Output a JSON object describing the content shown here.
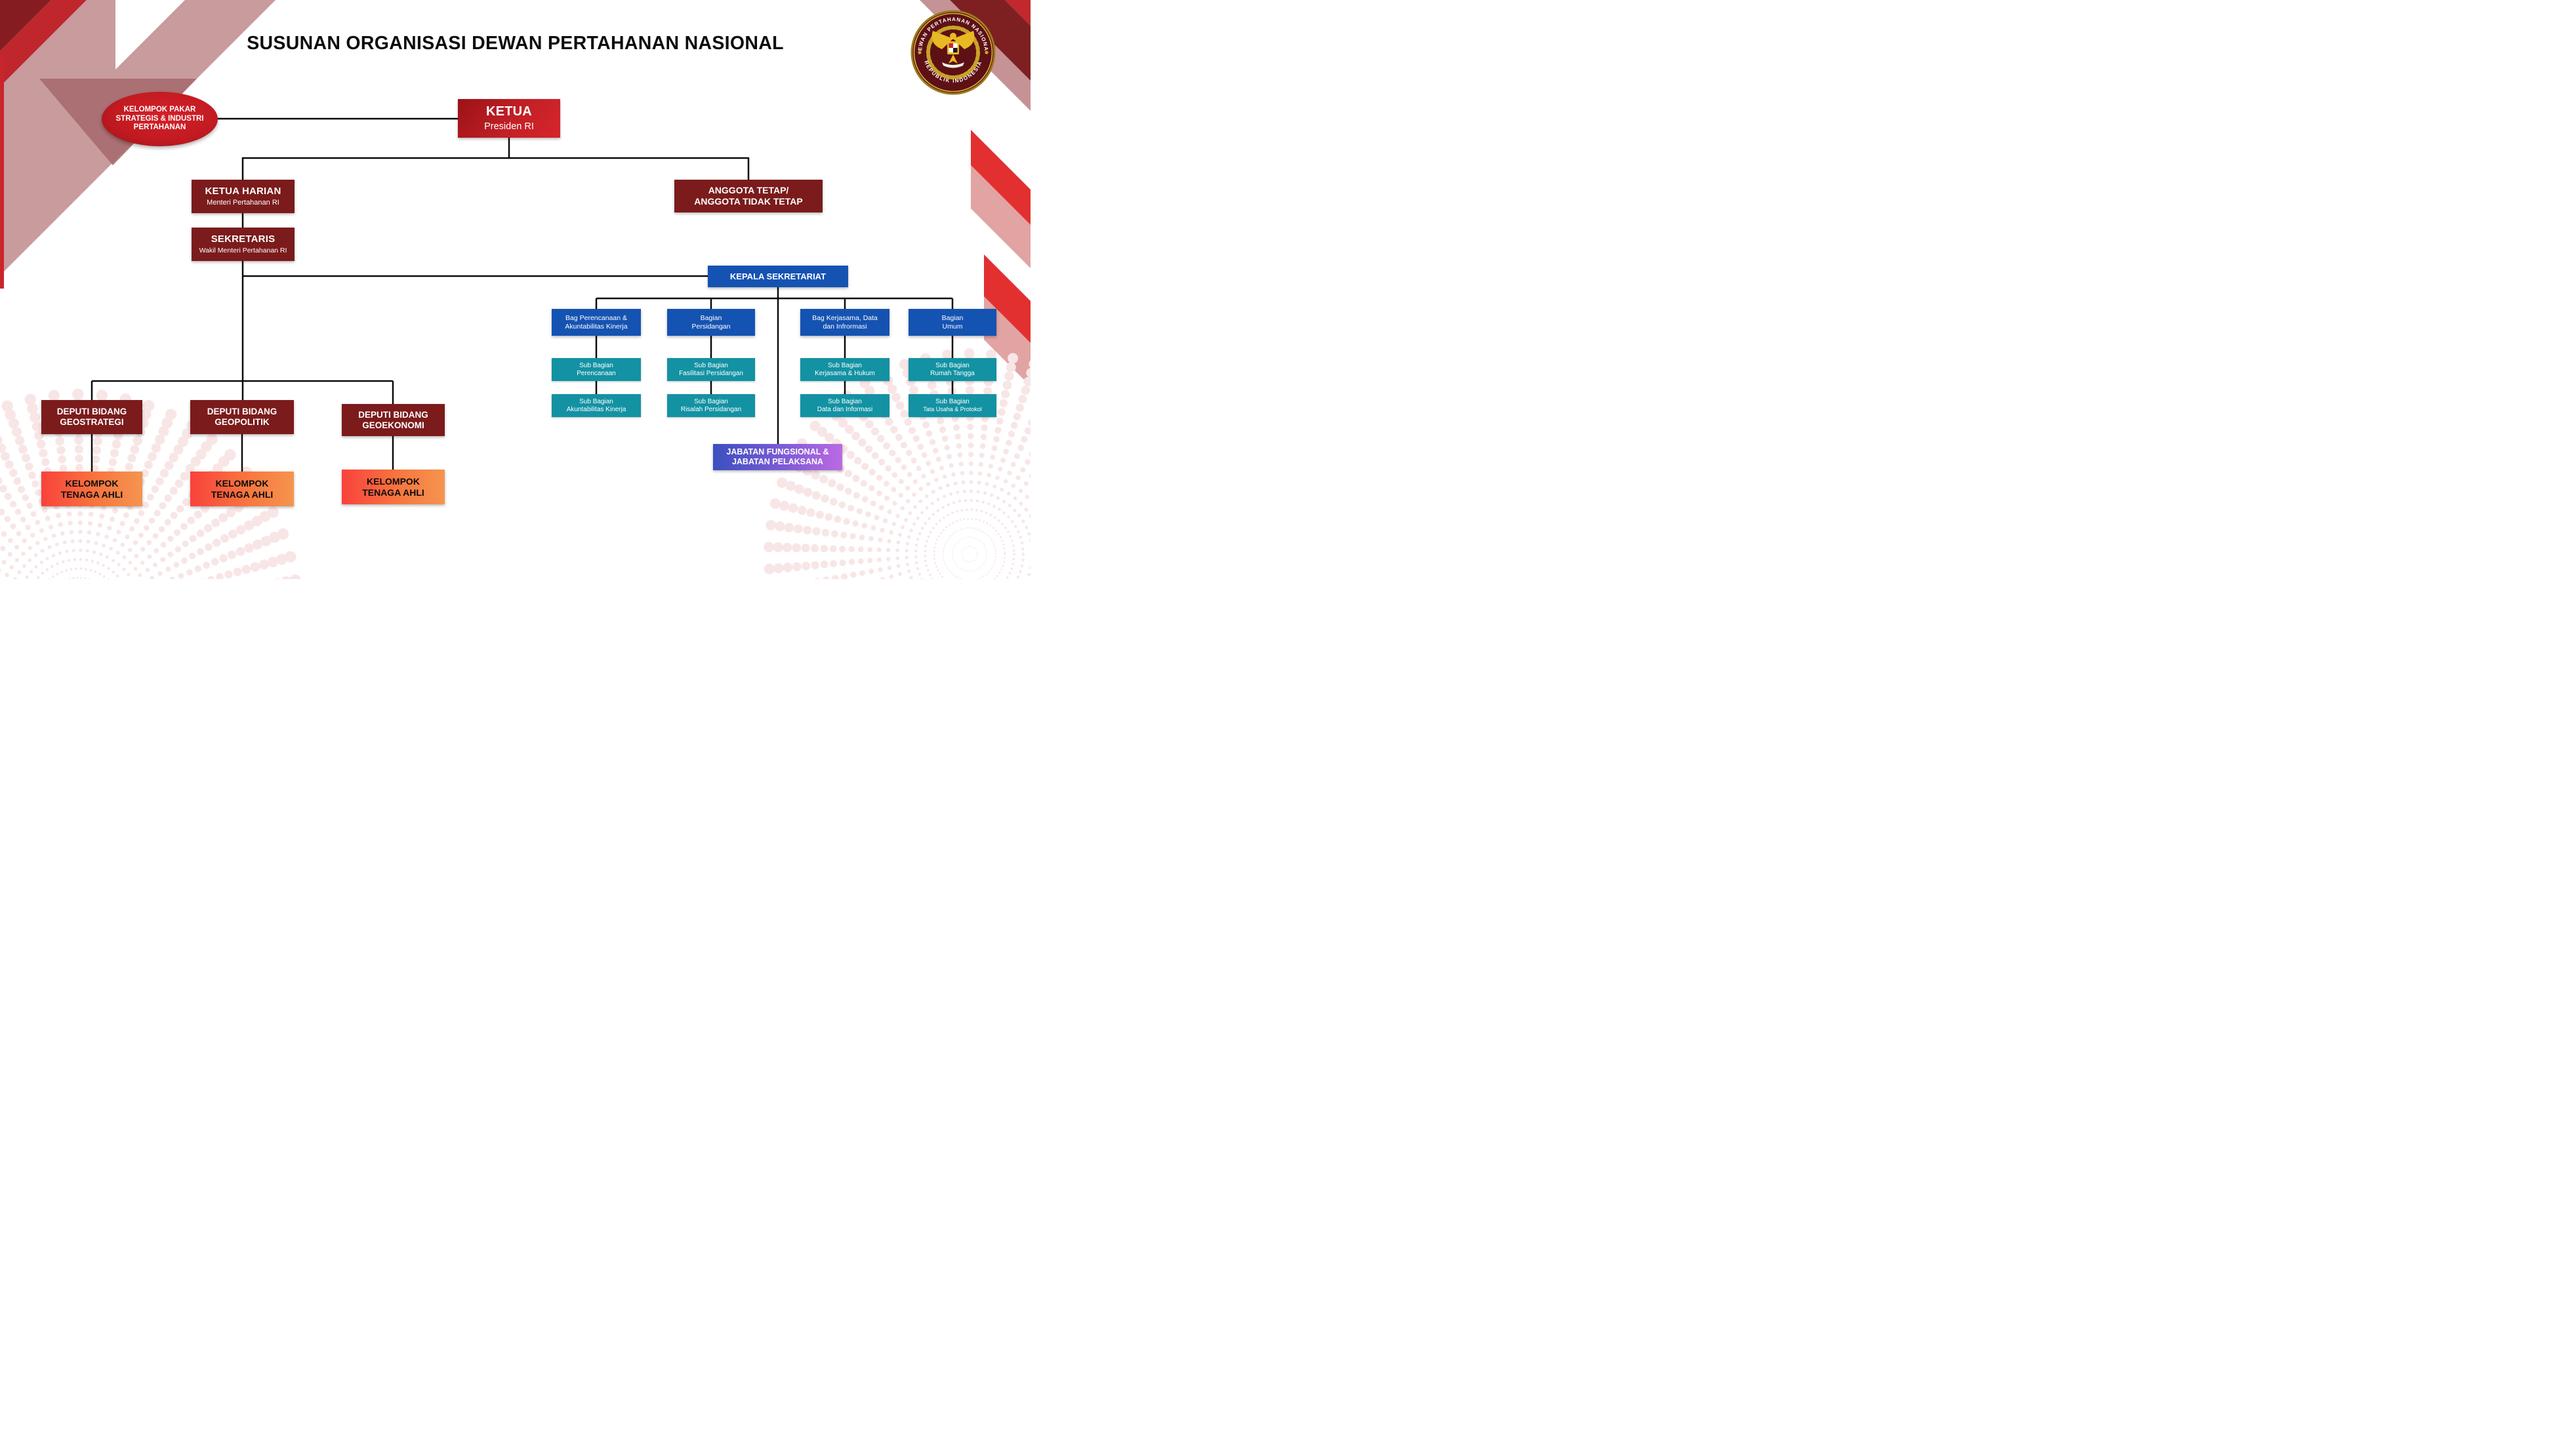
{
  "title": "SUSUNAN ORGANISASI DEWAN PERTAHANAN NASIONAL",
  "logo": {
    "ring_top": "DEWAN PERTAHANAN NASIONAL",
    "ring_bottom": "REPUBLIK INDONESIA"
  },
  "nodes": {
    "kelompok_pakar": {
      "lines": [
        "KELOMPOK PAKAR",
        "STRATEGIS & INDUSTRI",
        "PERTAHANAN"
      ]
    },
    "ketua": {
      "title": "KETUA",
      "subtitle": "Presiden RI"
    },
    "ketua_harian": {
      "title": "KETUA HARIAN",
      "subtitle": "Menteri Pertahanan RI"
    },
    "anggota": {
      "lines": [
        "ANGGOTA TETAP/",
        "ANGGOTA TIDAK TETAP"
      ]
    },
    "sekretaris": {
      "title": "SEKRETARIS",
      "subtitle": "Wakil Menteri Pertahanan RI"
    },
    "kepala_sekretariat": {
      "title": "KEPALA SEKRETARIAT"
    },
    "bagian": [
      {
        "lines": [
          "Bag Perencanaan &",
          "Akuntabilitas Kinerja"
        ]
      },
      {
        "lines": [
          "Bagian",
          "Persidangan"
        ]
      },
      {
        "lines": [
          "Bag Kerjasama, Data",
          "dan Infrormasi"
        ]
      },
      {
        "lines": [
          "Bagian",
          "Umum"
        ]
      }
    ],
    "sub_bagian": [
      {
        "lines": [
          "Sub Bagian",
          "Perencanaan"
        ]
      },
      {
        "lines": [
          "Sub Bagian",
          "Akuntabilitas Kinerja"
        ]
      },
      {
        "lines": [
          "Sub Bagian",
          "Fasilitasi Persidangan"
        ]
      },
      {
        "lines": [
          "Sub Bagian",
          "Risalah Persidangan"
        ]
      },
      {
        "lines": [
          "Sub Bagian",
          "Kerjasama & Hukum"
        ]
      },
      {
        "lines": [
          "Sub Bagian",
          "Data dan Informasi"
        ]
      },
      {
        "lines": [
          "Sub Bagian",
          "Rumah Tangga"
        ]
      },
      {
        "lines": [
          "Sub Bagian",
          "Tata Usaha & Protokol"
        ]
      }
    ],
    "jabatan": {
      "lines": [
        "JABATAN FUNGSIONAL &",
        "JABATAN PELAKSANA"
      ]
    },
    "deputi": [
      {
        "lines": [
          "DEPUTI BIDANG",
          "GEOSTRATEGI"
        ]
      },
      {
        "lines": [
          "DEPUTI BIDANG",
          "GEOPOLITIK"
        ]
      },
      {
        "lines": [
          "DEPUTI BIDANG",
          "GEOEKONOMI"
        ]
      }
    ],
    "kelompok_tenaga_ahli": {
      "lines": [
        "KELOMPOK",
        "TENAGA AHLI"
      ]
    }
  },
  "colors": {
    "maroon_box": "#7b1b1c",
    "red_box": "#c22026",
    "blue_box": "#1553b2",
    "teal_box": "#1392a3",
    "purple_gradient": [
      "#3a50c0",
      "#bb6ae2"
    ],
    "orange_gradient": [
      "#f9423c",
      "#f5944f"
    ],
    "connector": "#0b0b0b",
    "dots_pink": "#f8e6e6"
  }
}
